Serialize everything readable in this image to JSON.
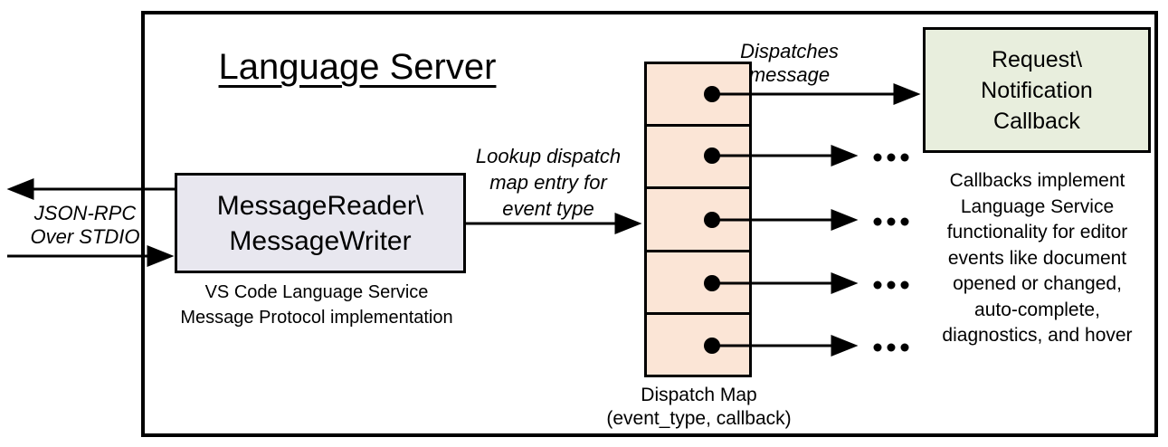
{
  "title": "Language Server",
  "left_io": {
    "label": "JSON-RPC\nOver STDIO"
  },
  "message_handler": {
    "box_label": "MessageReader\\\nMessageWriter",
    "caption": "VS Code Language Service\nMessage Protocol implementation"
  },
  "lookup_arrow": {
    "label": "Lookup dispatch\nmap entry for\nevent type"
  },
  "dispatch_map": {
    "caption": "Dispatch Map\n(event_type, callback)",
    "row_count": 5
  },
  "dispatch_arrow": {
    "label": "Dispatches\nmessage"
  },
  "callback_box": {
    "label": "Request\\\nNotification\nCallback",
    "note": "Callbacks implement\nLanguage Service\nfunctionality for editor\nevents like document\nopened or changed,\nauto-complete,\ndiagnostics, and hover"
  },
  "icons": {
    "ellipsis": "..."
  },
  "colors": {
    "message_handler_fill": "#e8e7ef",
    "dispatch_map_fill": "#fbe5d6",
    "callback_fill": "#e8eedd",
    "line": "#000000",
    "background": "#ffffff"
  }
}
